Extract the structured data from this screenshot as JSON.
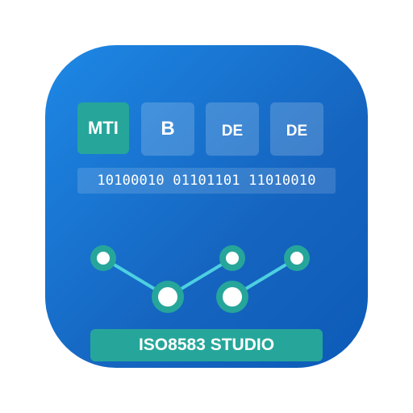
{
  "fields": {
    "mti": "MTI",
    "bitmap": "B",
    "data_element_1": "DE",
    "data_element_2": "DE"
  },
  "bitmap_bits": "10100010 01101101 11010010",
  "app_title": "ISO8583 STUDIO",
  "colors": {
    "background_start": "#1e88e5",
    "background_end": "#0d5bb8",
    "accent_teal": "#26a69a",
    "link_cyan": "#4dd0e1",
    "node_fill": "#ffffff"
  },
  "icons": [
    "network-graph-icon"
  ]
}
